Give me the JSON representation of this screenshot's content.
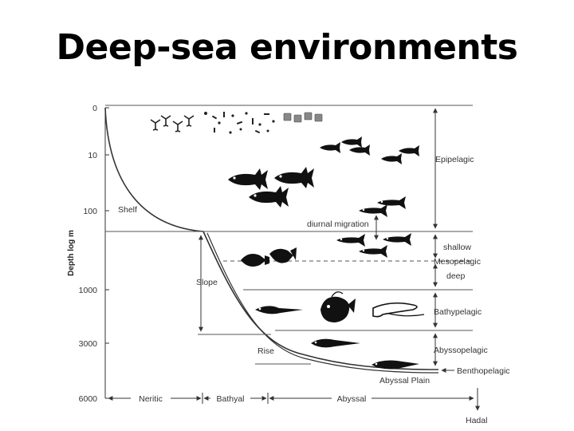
{
  "title": "Deep-sea environments",
  "axis": {
    "ylabel": "Depth log m",
    "ticks": [
      "0",
      "10",
      "100",
      "1000",
      "3000",
      "6000"
    ]
  },
  "features": {
    "shelf": "Shelf",
    "slope": "Slope",
    "rise": "Rise",
    "abyssal_plain": "Abyssal Plain",
    "diurnal_migration": "diurnal migration"
  },
  "zones": {
    "epipelagic": "Epipelagic",
    "shallow": "shallow",
    "mesopelagic": "Mesopelagic",
    "deep": "deep",
    "bathypelagic": "Bathypelagic",
    "abyssopelagic": "Abyssopelagic",
    "benthopelagic": "Benthopelagic",
    "hadal": "Hadal"
  },
  "horizontal_zones": {
    "neritic": "Neritic",
    "bathyal": "Bathyal",
    "abyssal": "Abyssal"
  },
  "colors": {
    "line": "#333333",
    "fill": "#111111",
    "background": "#ffffff"
  }
}
